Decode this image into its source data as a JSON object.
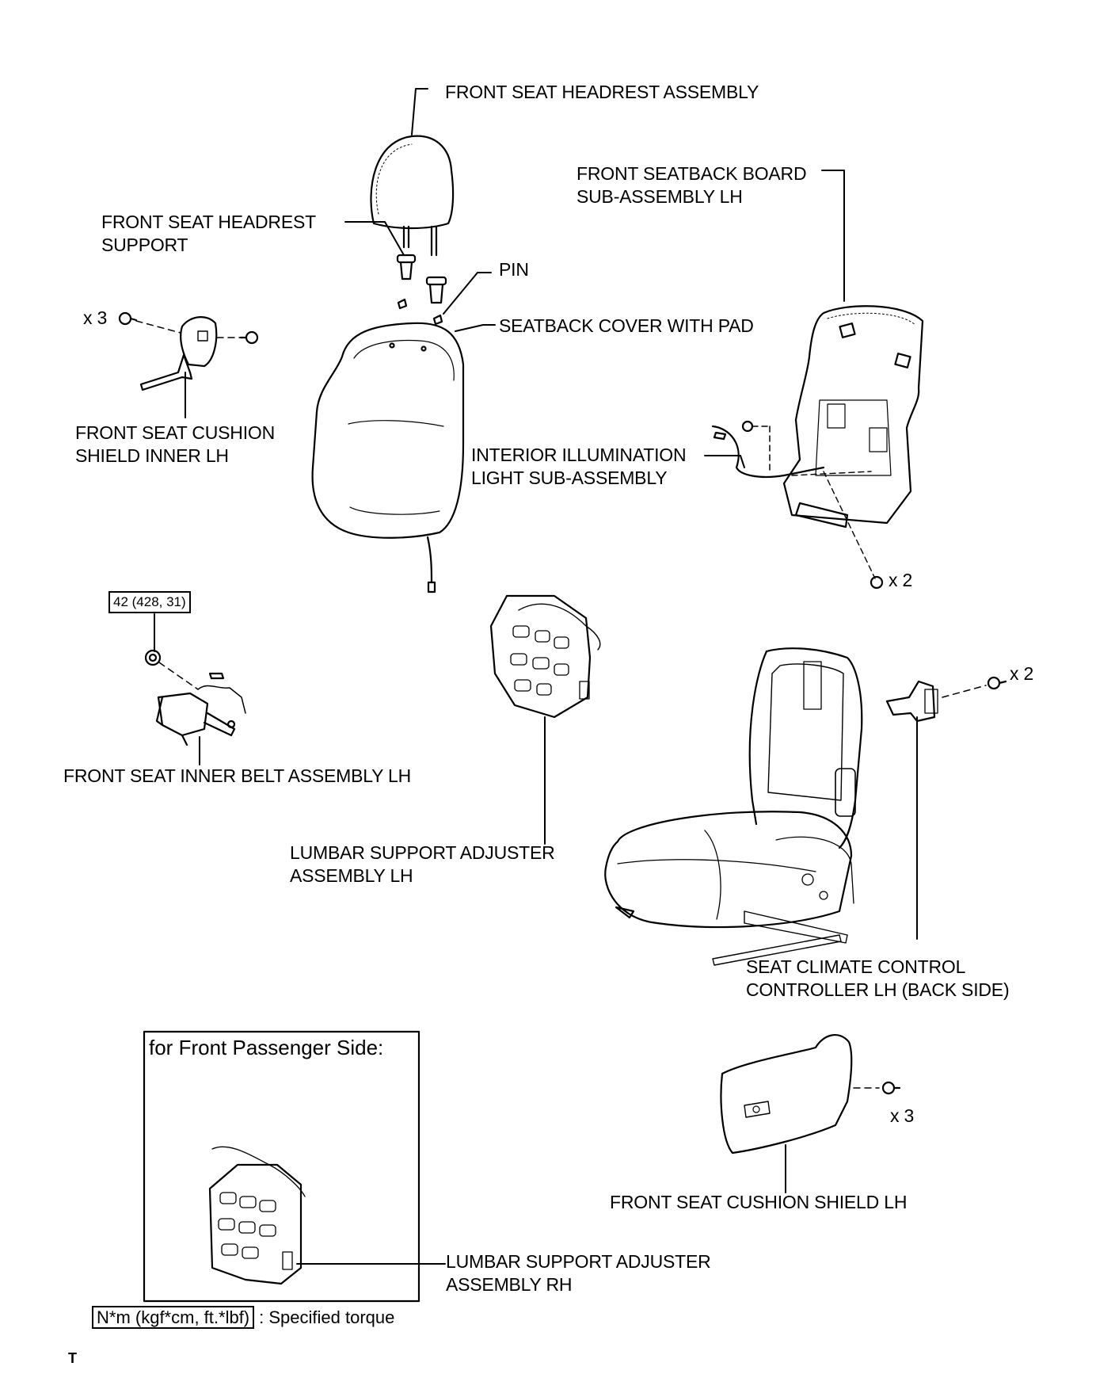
{
  "labels": {
    "headrest": "FRONT SEAT HEADREST ASSEMBLY",
    "headrest_support": [
      "FRONT SEAT HEADREST",
      "SUPPORT"
    ],
    "pin": "PIN",
    "seatback_cover": "SEATBACK COVER WITH PAD",
    "seatback_board": [
      "FRONT SEATBACK BOARD",
      "SUB-ASSEMBLY LH"
    ],
    "cushion_shield_inner": [
      "FRONT SEAT CUSHION",
      "SHIELD INNER LH"
    ],
    "interior_light": [
      "INTERIOR ILLUMINATION",
      "LIGHT SUB-ASSEMBLY"
    ],
    "inner_belt": "FRONT SEAT INNER BELT ASSEMBLY LH",
    "lumbar_lh": [
      "LUMBAR SUPPORT ADJUSTER",
      "ASSEMBLY LH"
    ],
    "climate_controller": [
      "SEAT CLIMATE CONTROL",
      "CONTROLLER LH (BACK SIDE)"
    ],
    "cushion_shield": "FRONT SEAT CUSHION SHIELD LH",
    "lumbar_rh": [
      "LUMBAR SUPPORT ADJUSTER",
      "ASSEMBLY RH"
    ]
  },
  "quantities": {
    "inner_shield_screws": "x 3",
    "board_screws": "x 2",
    "controller_screws": "x 2",
    "cushion_shield_screws": "x 3"
  },
  "torque_spec": "42 (428, 31)",
  "passenger_box_title": "for Front Passenger Side:",
  "legend": {
    "box_text": "N*m (kgf*cm, ft.*lbf)",
    "description": ": Specified torque"
  },
  "corner_mark": "T"
}
